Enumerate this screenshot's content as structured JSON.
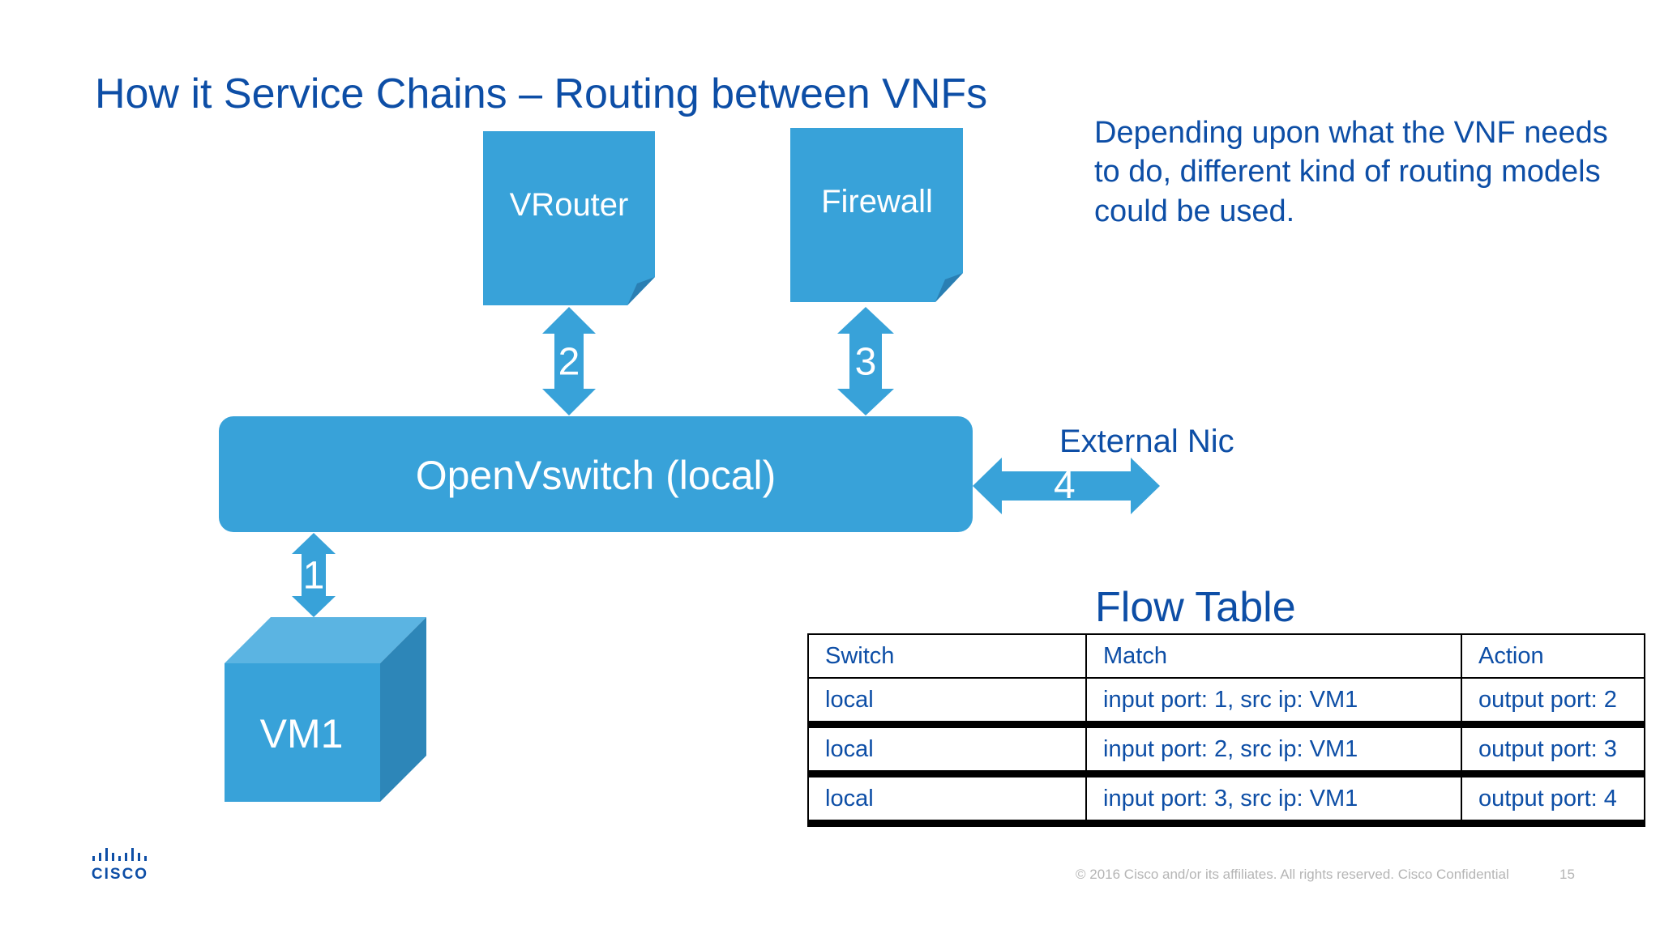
{
  "title": "How it Service Chains – Routing between VNFs",
  "description": "Depending upon what the VNF needs to do, different kind of routing models could be used.",
  "diagram": {
    "vrouter_label": "VRouter",
    "firewall_label": "Firewall",
    "switch_label": "OpenVswitch (local)",
    "vm_label": "VM1",
    "port_vm": "1",
    "port_vrouter": "2",
    "port_firewall": "3",
    "external_label": "External Nic",
    "port_external": "4",
    "colors": {
      "box": "#38a2d9",
      "cube_top": "#5bb4e2",
      "cube_side": "#2d86b8",
      "text_blue": "#0d4ea6"
    }
  },
  "flow_table": {
    "title": "Flow Table",
    "headers": [
      "Switch",
      "Match",
      "Action"
    ],
    "rows": [
      [
        "local",
        "input port: 1, src ip: VM1",
        "output port: 2"
      ],
      [
        "local",
        "input port: 2, src ip: VM1",
        "output port: 3"
      ],
      [
        "local",
        "input port: 3, src ip: VM1",
        "output port: 4"
      ]
    ]
  },
  "footer": {
    "copyright": "© 2016  Cisco and/or its affiliates. All rights reserved.   Cisco Confidential",
    "page_number": "15",
    "logo_text": "CISCO"
  }
}
